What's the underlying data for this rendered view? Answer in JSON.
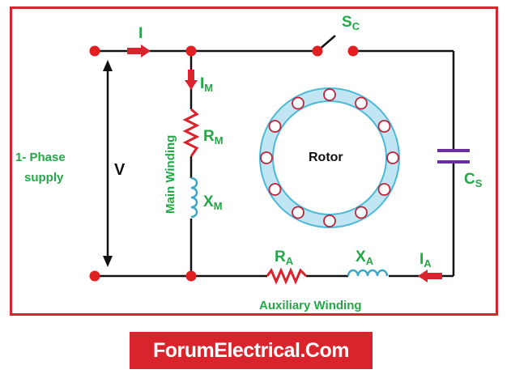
{
  "labels": {
    "current_i": "I",
    "current_im": "I",
    "current_im_sub": "M",
    "rm": "R",
    "rm_sub": "M",
    "xm": "X",
    "xm_sub": "M",
    "main_winding": "Main Winding",
    "supply_line1": "1- Phase",
    "supply_line2": "supply",
    "voltage": "V",
    "rotor": "Rotor",
    "switch": "S",
    "switch_sub": "C",
    "capacitor": "C",
    "capacitor_sub": "S",
    "ra": "R",
    "ra_sub": "A",
    "xa": "X",
    "xa_sub": "A",
    "current_ia": "I",
    "current_ia_sub": "A",
    "aux_winding": "Auxiliary Winding"
  },
  "watermark": "ForumElectrical.Com",
  "colors": {
    "frame": "#d9232d",
    "wire": "#111111",
    "node": "#e02020",
    "resistor": "#d9232d",
    "inductor": "#3ba7c9",
    "capacitor": "#6b2fa0",
    "label": "#22a846",
    "rotor": "#4db8d6",
    "slot": "#c0233a"
  }
}
